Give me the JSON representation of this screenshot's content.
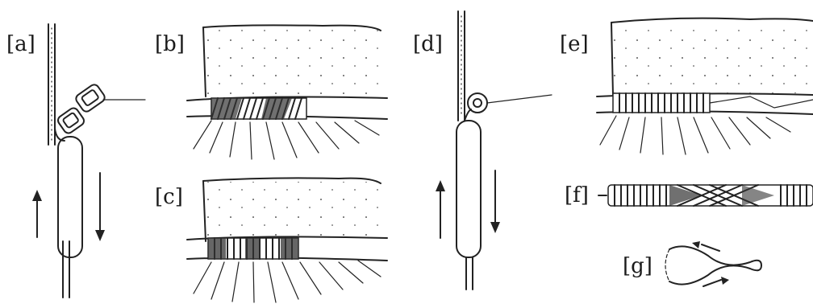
{
  "figure": {
    "panels": [
      {
        "id": "a",
        "label": "[a]"
      },
      {
        "id": "b",
        "label": "[b]"
      },
      {
        "id": "c",
        "label": "[c]"
      },
      {
        "id": "d",
        "label": "[d]"
      },
      {
        "id": "e",
        "label": "[e]"
      },
      {
        "id": "f",
        "label": "[f]"
      },
      {
        "id": "g",
        "label": "[g]"
      }
    ]
  }
}
